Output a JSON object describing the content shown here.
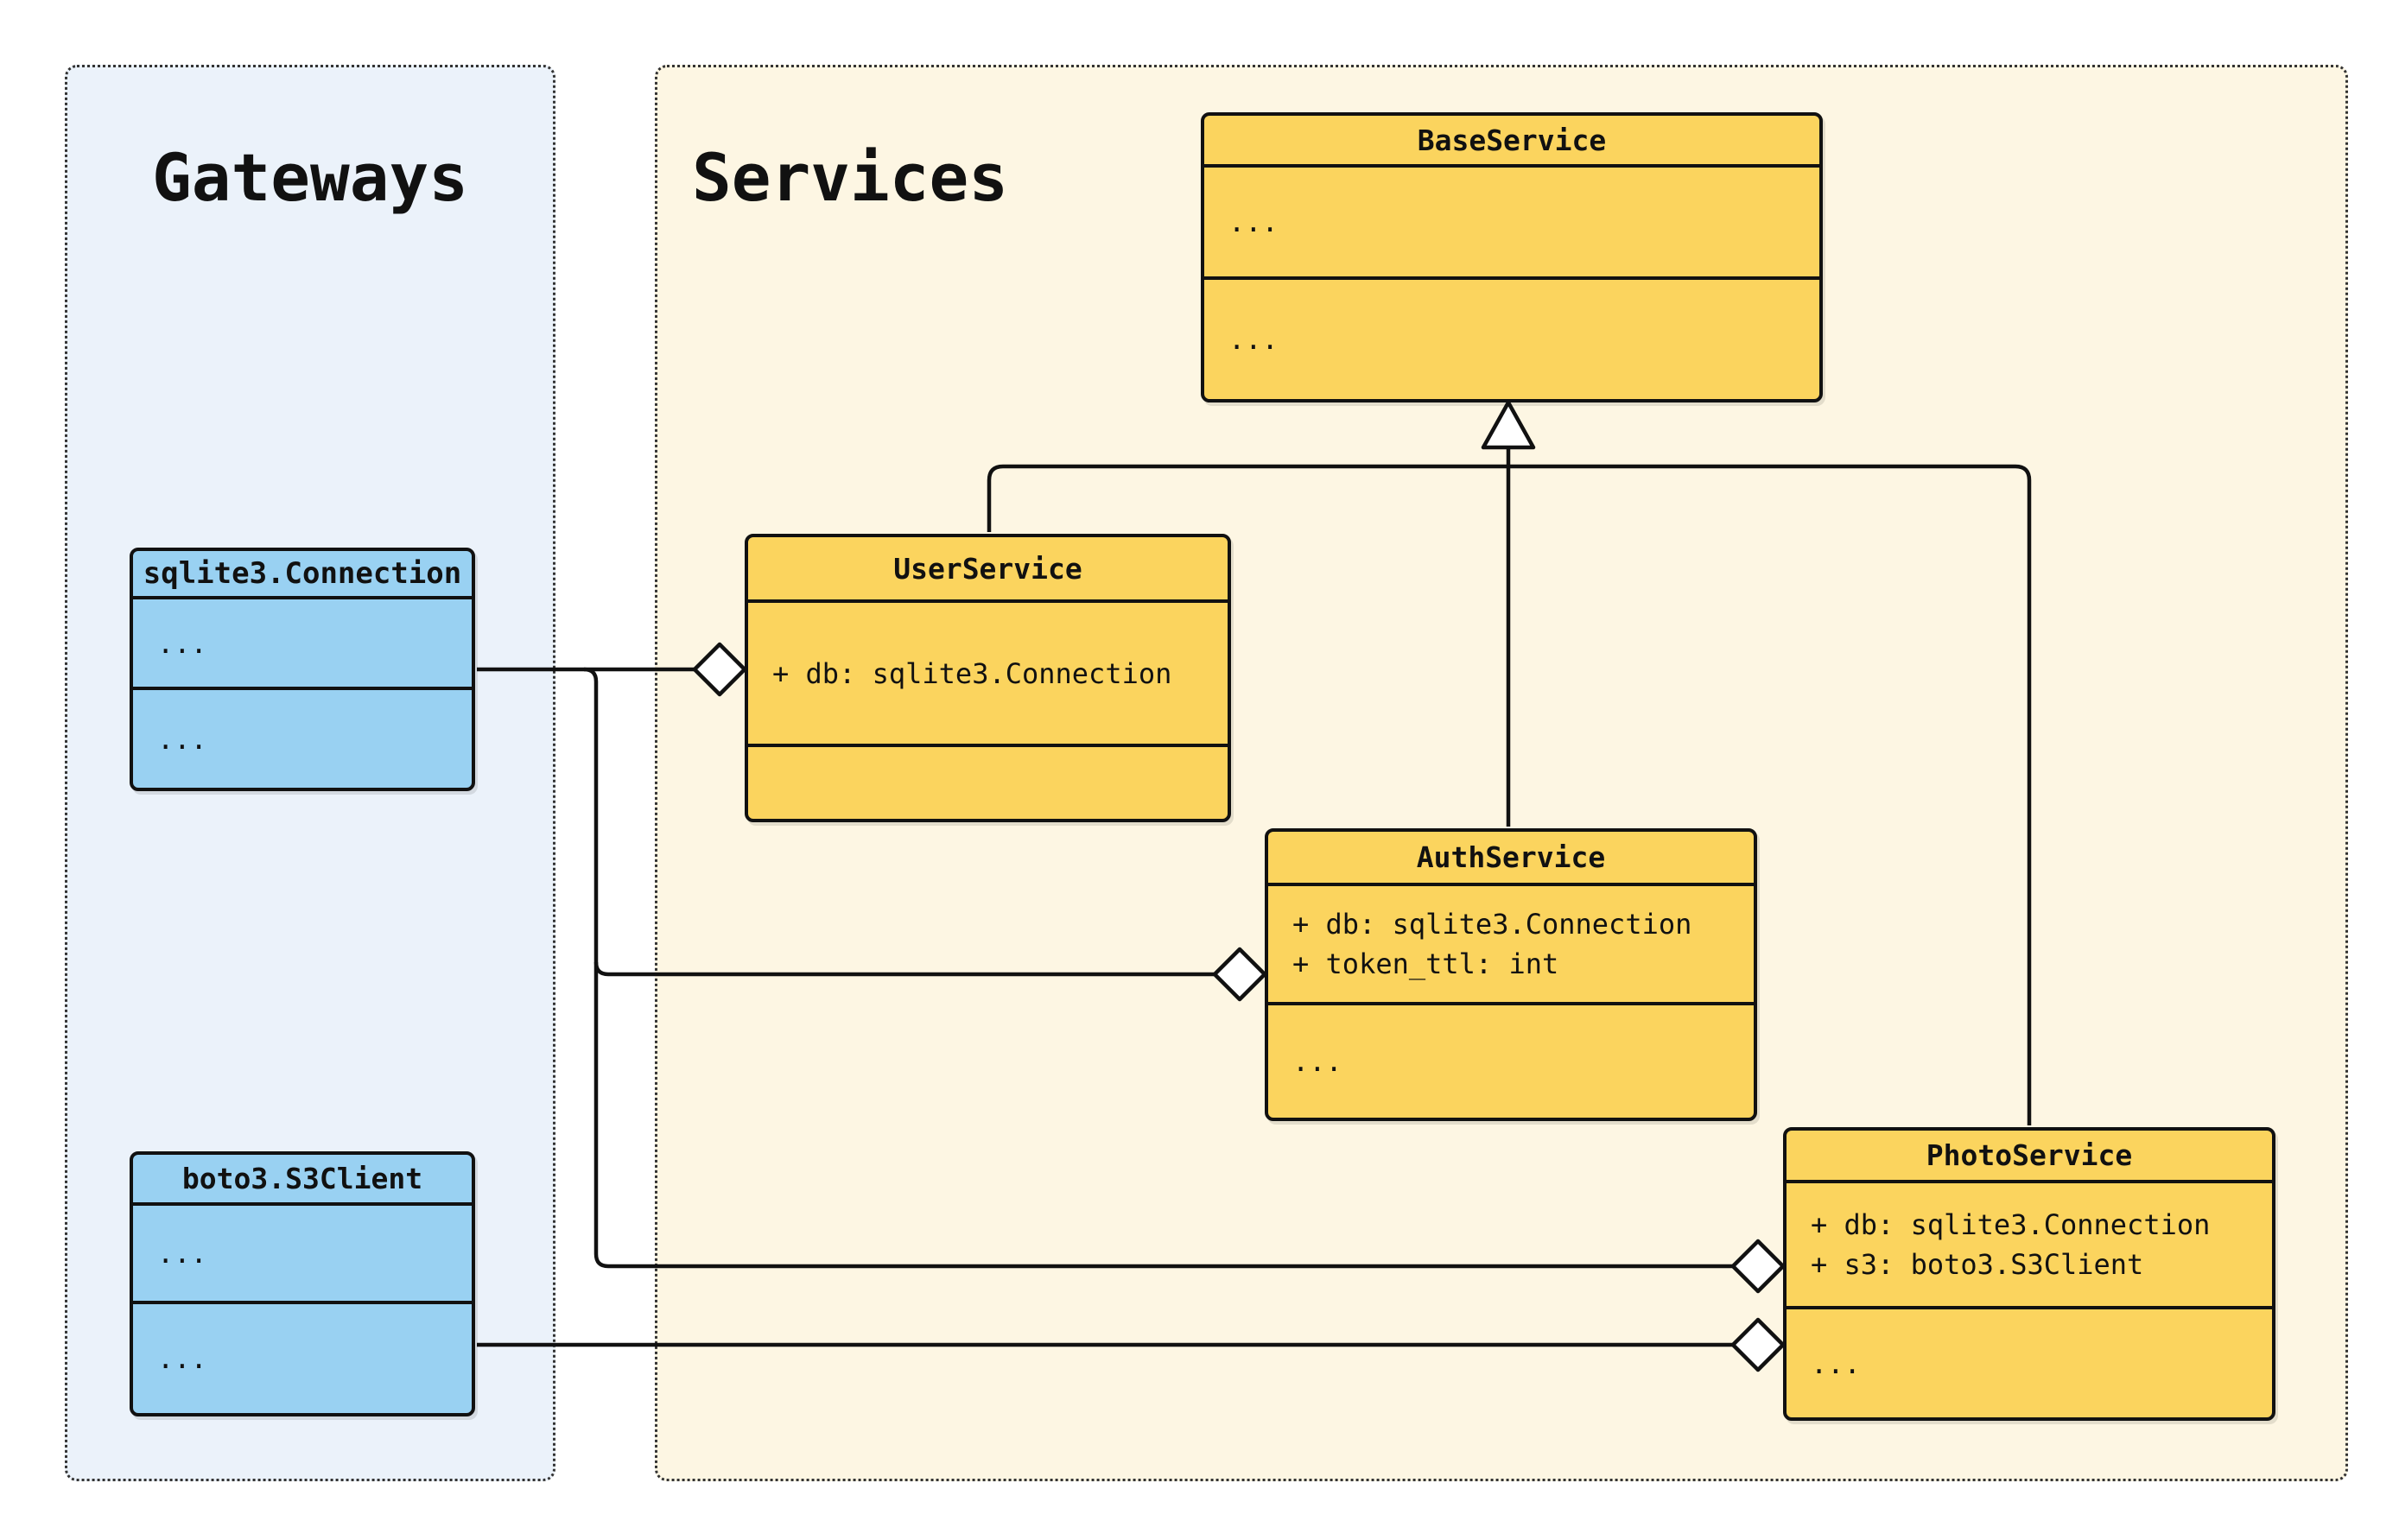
{
  "diagram": {
    "groups": {
      "gateways": {
        "label": "Gateways",
        "fill": "#EBF2FA"
      },
      "services": {
        "label": "Services",
        "fill": "#FDF6E3"
      }
    },
    "classes": {
      "sqlite_connection": {
        "title": "sqlite3.Connection",
        "attributes": "...",
        "methods": "...",
        "fill": "#99D1F2"
      },
      "boto3_s3client": {
        "title": "boto3.S3Client",
        "attributes": "...",
        "methods": "...",
        "fill": "#99D1F2"
      },
      "base_service": {
        "title": "BaseService",
        "attributes": "...",
        "methods": "...",
        "fill": "#FBD45E"
      },
      "user_service": {
        "title": "UserService",
        "attributes": "+ db: sqlite3.Connection",
        "methods": "",
        "fill": "#FBD45E"
      },
      "auth_service": {
        "title": "AuthService",
        "attribute_1": "+ db: sqlite3.Connection",
        "attribute_2": "+ token_ttl: int",
        "methods": "...",
        "fill": "#FBD45E"
      },
      "photo_service": {
        "title": "PhotoService",
        "attribute_1": "+ db: sqlite3.Connection",
        "attribute_2": "+ s3: boto3.S3Client",
        "methods": "...",
        "fill": "#FBD45E"
      }
    },
    "relations": [
      {
        "type": "inheritance",
        "from": "UserService",
        "to": "BaseService"
      },
      {
        "type": "inheritance",
        "from": "AuthService",
        "to": "BaseService"
      },
      {
        "type": "inheritance",
        "from": "PhotoService",
        "to": "BaseService"
      },
      {
        "type": "aggregation",
        "from": "sqlite3.Connection",
        "to": "UserService"
      },
      {
        "type": "aggregation",
        "from": "sqlite3.Connection",
        "to": "AuthService"
      },
      {
        "type": "aggregation",
        "from": "sqlite3.Connection",
        "to": "PhotoService"
      },
      {
        "type": "aggregation",
        "from": "boto3.S3Client",
        "to": "PhotoService"
      }
    ],
    "colors": {
      "class_yellow": "#FBD45E",
      "gateway_blue": "#99D1F2",
      "services_panel_bg": "#FDF6E3",
      "gateways_panel_bg": "#EBF2FA",
      "stroke": "#111111",
      "page_bg": "#FFFFFF"
    }
  }
}
